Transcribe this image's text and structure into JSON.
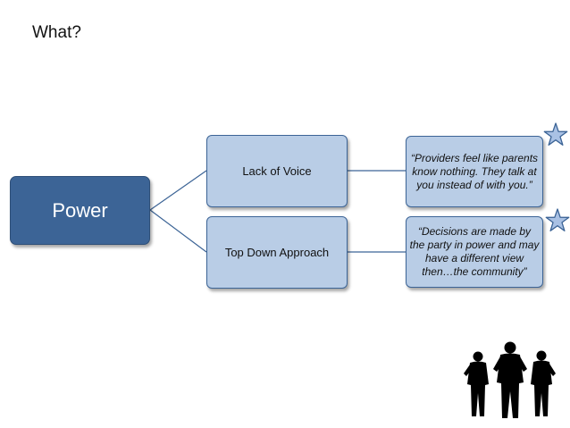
{
  "slide": {
    "title": "What?"
  },
  "diagram": {
    "root": {
      "label": "Power"
    },
    "branches": [
      {
        "label": "Lack of Voice",
        "quote": "“Providers feel like parents know nothing. They talk at you instead of with you.”"
      },
      {
        "label": "Top Down Approach",
        "quote": "“Decisions are made by the party in power and may have a different view then…the community”"
      }
    ]
  },
  "decorations": {
    "star_icon": "star-icon",
    "people_icon": "people-silhouette-icon",
    "colors": {
      "root_fill": "#3c6496",
      "node_fill": "#b9cde6",
      "node_border": "#3c6496",
      "star_fill": "#a9c1e4",
      "silhouette": "#000000"
    }
  }
}
